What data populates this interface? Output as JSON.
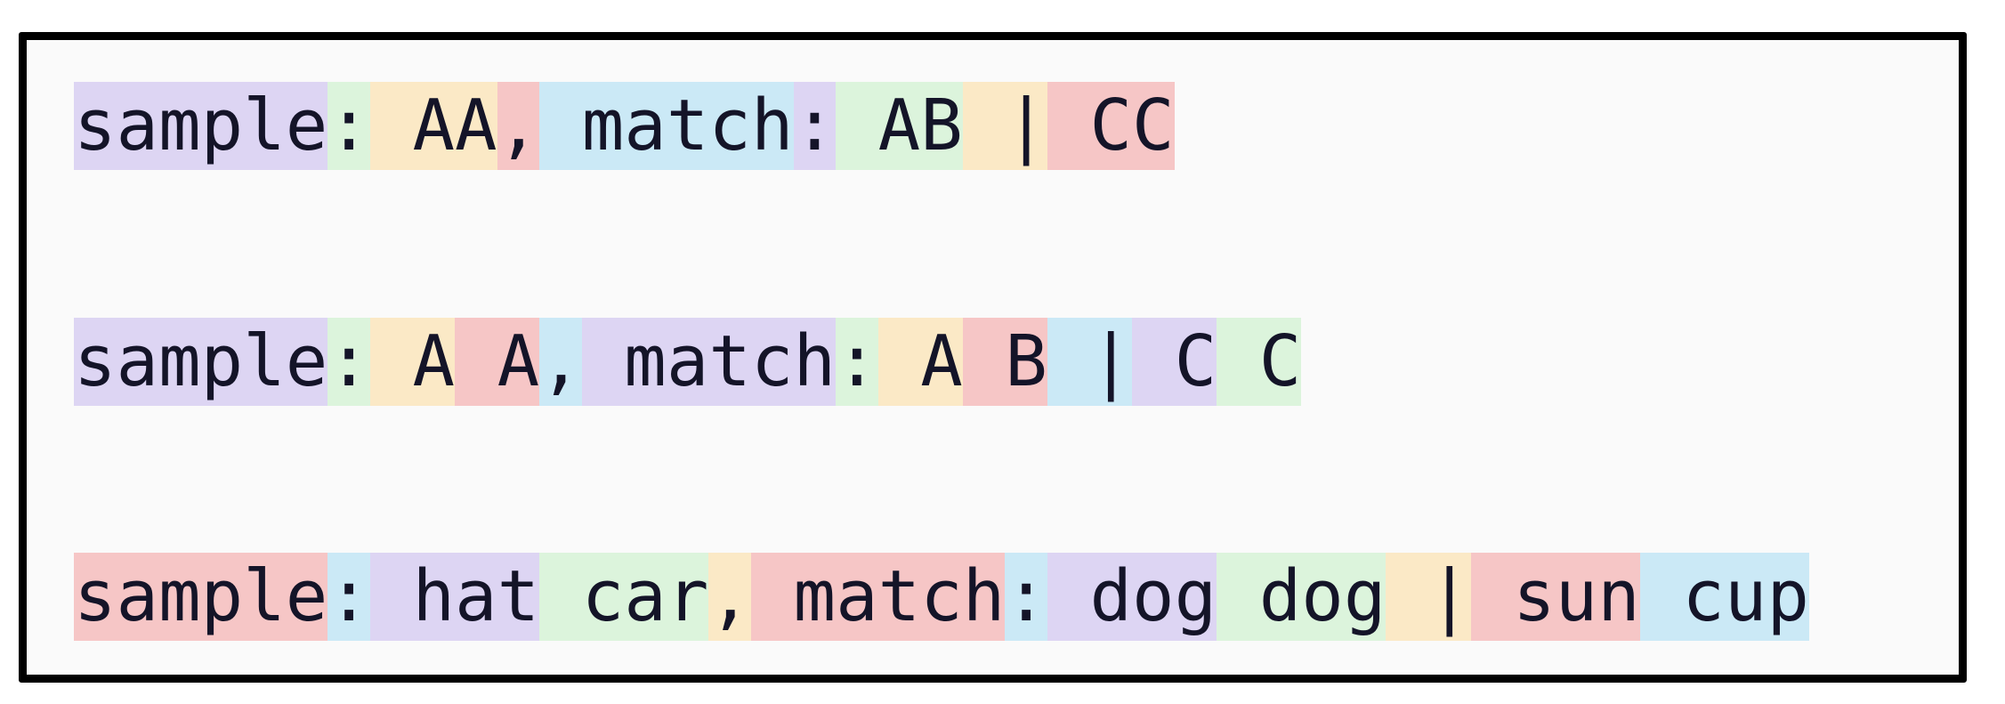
{
  "palette": {
    "purple": "#ddd5f3",
    "green": "#dcf4dc",
    "yellow": "#fbe9c6",
    "red": "#f6c6c6",
    "blue": "#cbe9f6"
  },
  "rows": [
    {
      "text": "sample: AA, match: AB | CC",
      "tokens": [
        {
          "text": "sample",
          "color": "purple"
        },
        {
          "text": ":",
          "color": "green"
        },
        {
          "text": " AA",
          "color": "yellow"
        },
        {
          "text": ",",
          "color": "red"
        },
        {
          "text": " match",
          "color": "blue"
        },
        {
          "text": ":",
          "color": "purple"
        },
        {
          "text": " AB",
          "color": "green"
        },
        {
          "text": " |",
          "color": "yellow"
        },
        {
          "text": " CC",
          "color": "red"
        }
      ]
    },
    {
      "text": "sample: A A, match: A B | C C",
      "tokens": [
        {
          "text": "sample",
          "color": "purple"
        },
        {
          "text": ":",
          "color": "green"
        },
        {
          "text": " A",
          "color": "yellow"
        },
        {
          "text": " A",
          "color": "red"
        },
        {
          "text": ",",
          "color": "blue"
        },
        {
          "text": " match",
          "color": "purple"
        },
        {
          "text": ":",
          "color": "green"
        },
        {
          "text": " A",
          "color": "yellow"
        },
        {
          "text": " B",
          "color": "red"
        },
        {
          "text": " |",
          "color": "blue"
        },
        {
          "text": " C",
          "color": "purple"
        },
        {
          "text": " C",
          "color": "green"
        }
      ]
    },
    {
      "text": "sample: hat car, match: dog dog | sun cup",
      "tokens": [
        {
          "text": "sample",
          "color": "red"
        },
        {
          "text": ":",
          "color": "blue"
        },
        {
          "text": " hat",
          "color": "purple"
        },
        {
          "text": " car",
          "color": "green"
        },
        {
          "text": ",",
          "color": "yellow"
        },
        {
          "text": " match",
          "color": "red"
        },
        {
          "text": ":",
          "color": "blue"
        },
        {
          "text": " dog",
          "color": "purple"
        },
        {
          "text": " dog",
          "color": "green"
        },
        {
          "text": " |",
          "color": "yellow"
        },
        {
          "text": " sun",
          "color": "red"
        },
        {
          "text": " cup",
          "color": "blue"
        }
      ]
    }
  ]
}
